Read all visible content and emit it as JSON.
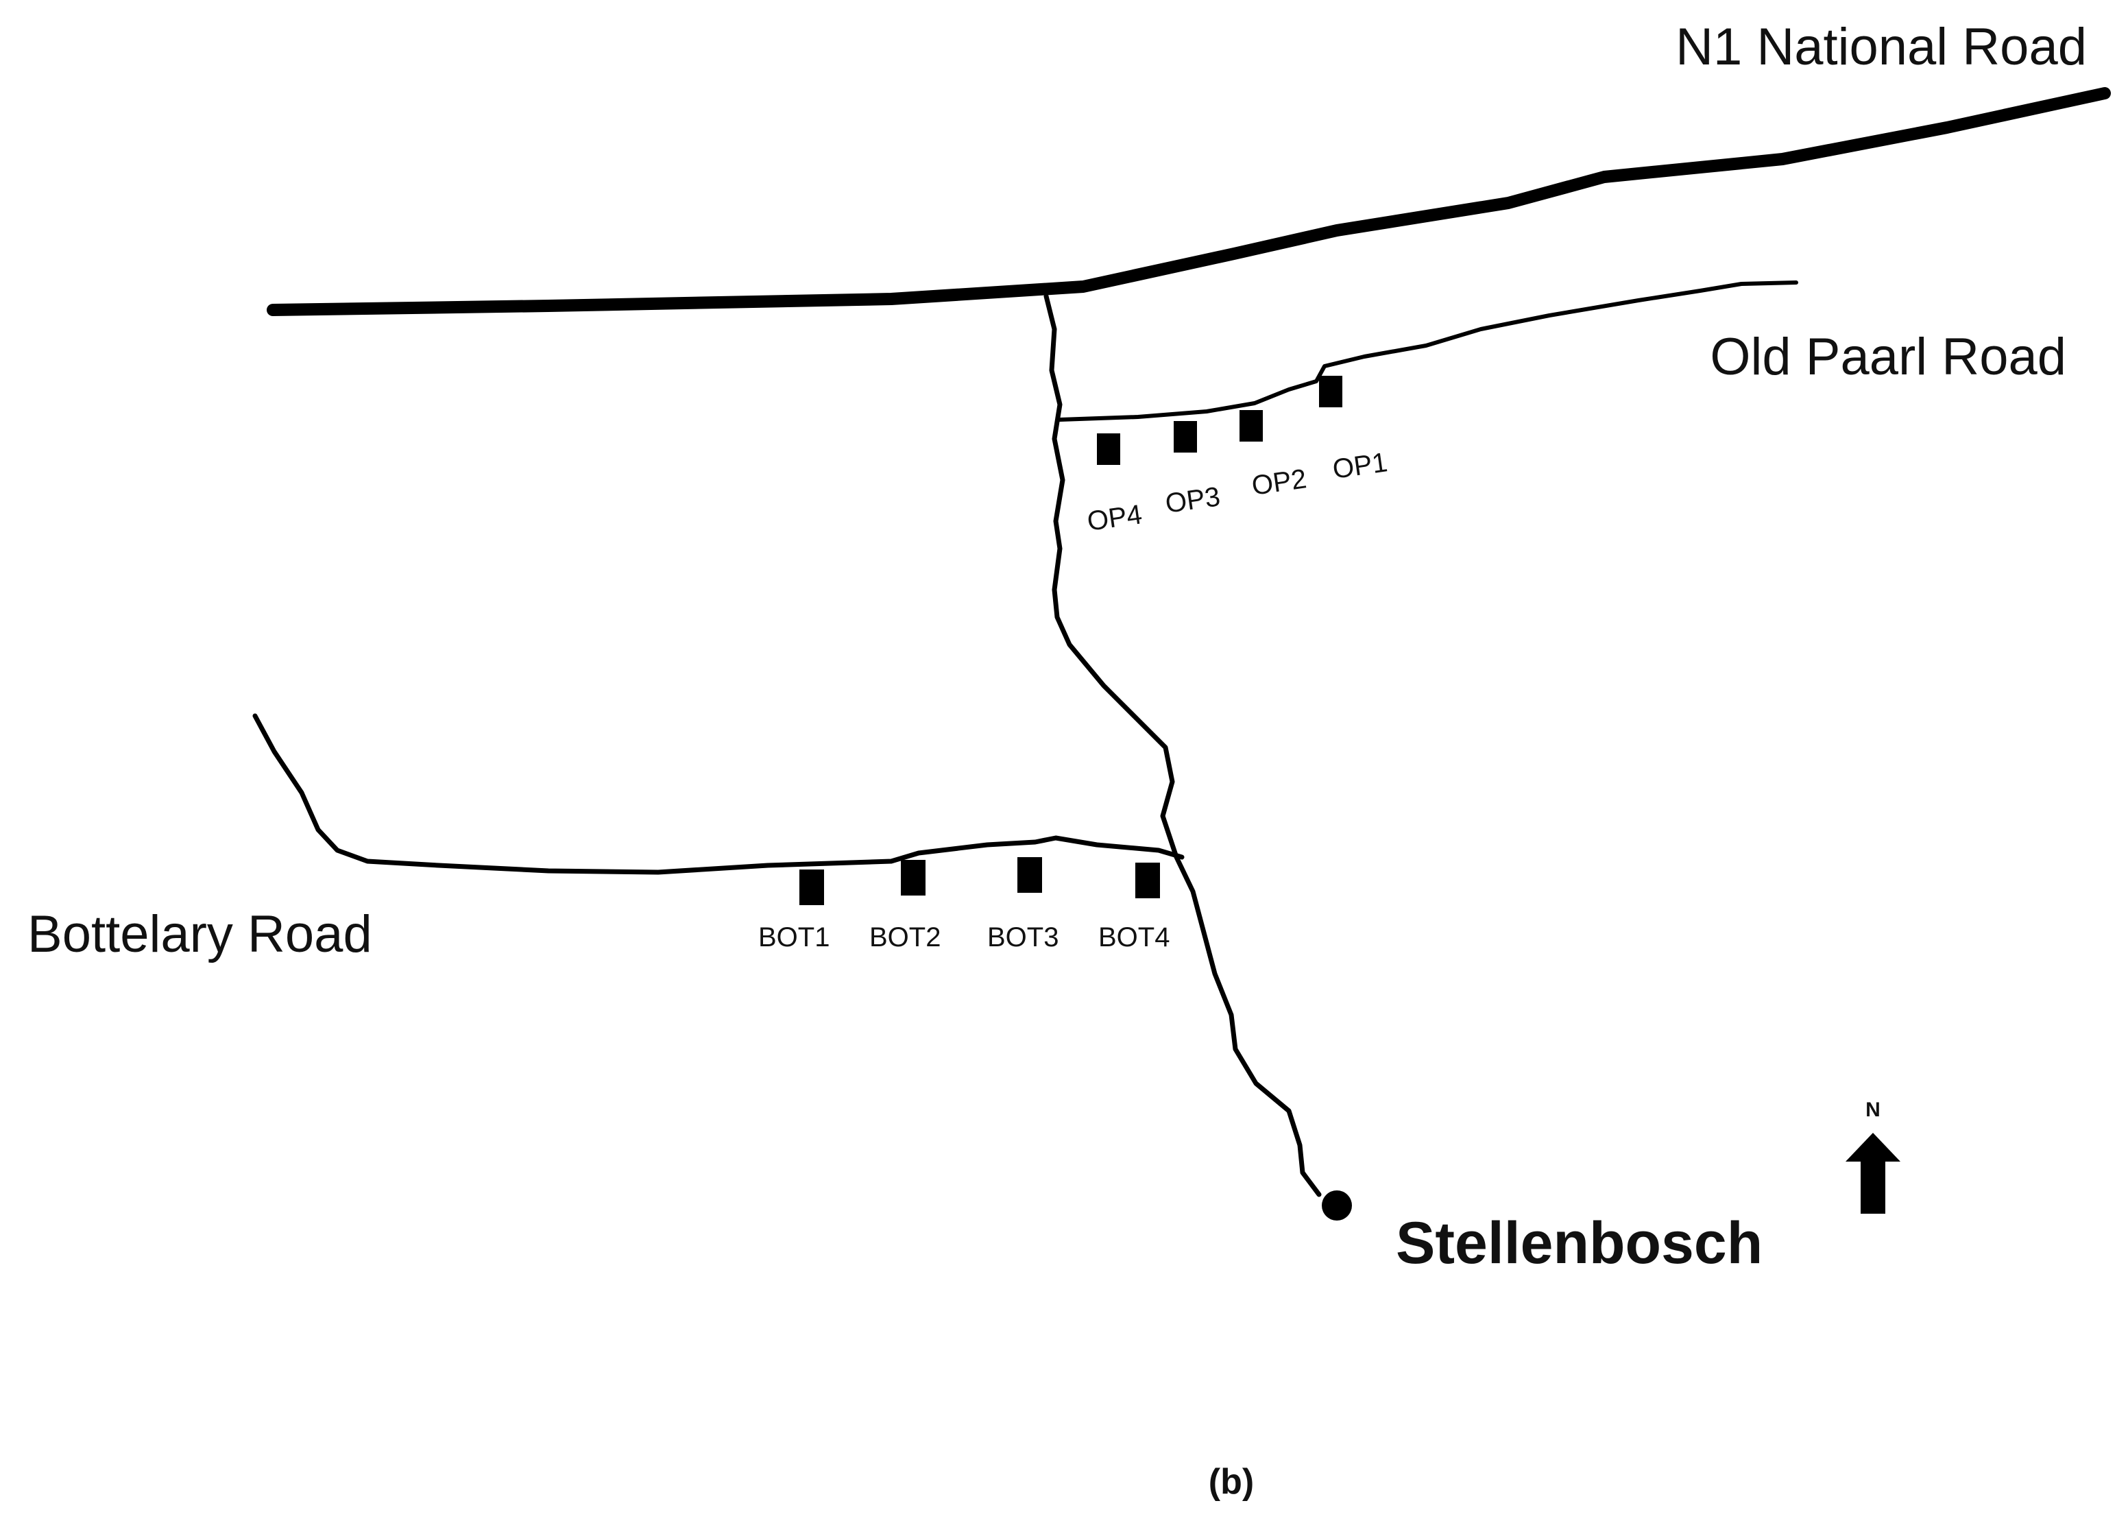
{
  "roads": {
    "n1": "N1 National Road",
    "old_paarl": "Old Paarl Road",
    "bottelary": "Bottelary Road"
  },
  "sites": {
    "op": [
      "OP1",
      "OP2",
      "OP3",
      "OP4"
    ],
    "bot": [
      "BOT1",
      "BOT2",
      "BOT3",
      "BOT4"
    ]
  },
  "town": "Stellenbosch",
  "north": "N",
  "panel_label": "(b)",
  "colors": {
    "ink": "#000000",
    "background": "#ffffff"
  }
}
